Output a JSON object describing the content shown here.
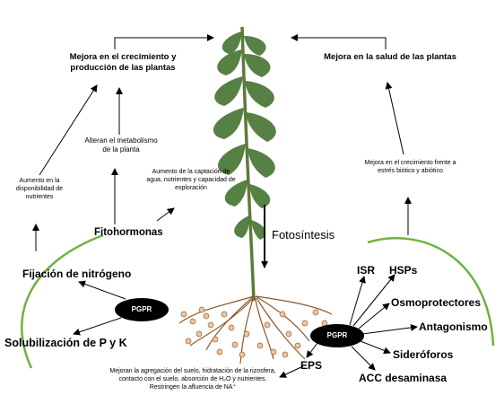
{
  "labels": {
    "growth": "Mejora en el crecimiento y producción de las plantas",
    "health": "Mejora en la salud de las plantas",
    "metabolism": "Alteran el metabolismo de la planta",
    "uptake": "Aumento de la captación de agua, nutrientes y capacidad de exploración",
    "nutrients": "Aumento en la disponibilidad de nutrientes",
    "stress": "Mejora en el crecimiento frente a estrés biótico y abiótico",
    "phytohormones": "Fitohormonas",
    "photosynthesis": "Fotosíntesis",
    "nitrogen": "Fijación de nitrógeno",
    "solubilization": "Solubilización de P y K",
    "pgpr_left": "PGPR",
    "pgpr_right": "PGPR",
    "isr": "ISR",
    "hsps": "HSPs",
    "osmoprotectors": "Osmoprotectores",
    "antagonism": "Antagonismo",
    "siderophores": "Sideróforos",
    "acc": "ACC desaminasa",
    "eps": "EPS",
    "soil": "Mejoran la agregación del suelo, hidratación de la rizosfera, contacto con el suelo, absorción de H₂O y nutrientes. Restringen la afluencia de NA⁺"
  },
  "colors": {
    "arc": "#6db33f",
    "stem": "#5f7a3a",
    "leaf": "#4e7a3a",
    "root": "#8a5a2b",
    "nodule": "#e8c7a0",
    "pgpr": "#000000"
  }
}
